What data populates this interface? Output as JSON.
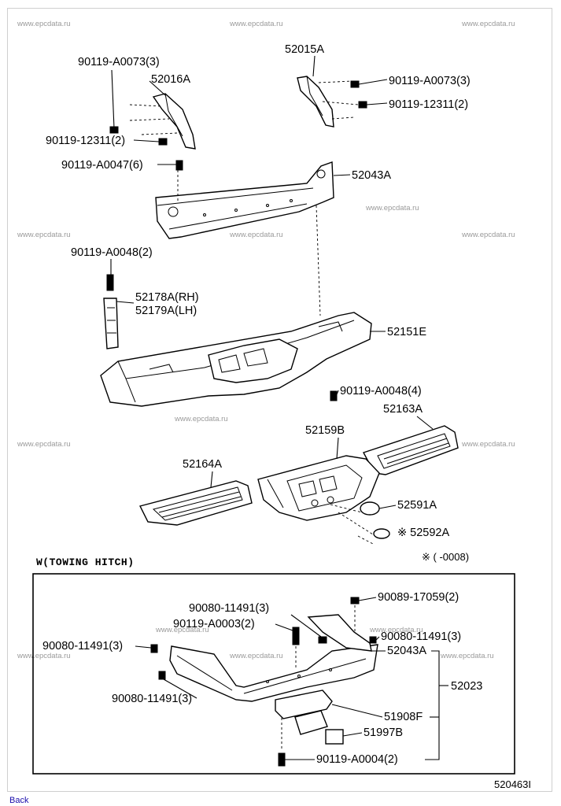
{
  "watermark": "www.epcdata.ru",
  "back_label": "Back",
  "figure_code": "520463I",
  "note": "※ (      -0008)",
  "section_header": "W(TOWING HITCH)",
  "labels": {
    "p1": "90119-A0073(3)",
    "p2": "52016A",
    "p3": "52015A",
    "p4": "90119-A0073(3)",
    "p5": "90119-12311(2)",
    "p6": "90119-12311(2)",
    "p7": "90119-A0047(6)",
    "p8": "52043A",
    "p9": "90119-A0048(2)",
    "p10": "52178A(RH)",
    "p11": "52179A(LH)",
    "p12": "52151E",
    "p13": "90119-A0048(4)",
    "p14": "52163A",
    "p15": "52159B",
    "p16": "52164A",
    "p17": "52591A",
    "p18": "※ 52592A",
    "h1": "90089-17059(2)",
    "h2": "90080-11491(3)",
    "h3": "90119-A0003(2)",
    "h4": "90080-11491(3)",
    "h5": "90080-11491(3)",
    "h6": "52043A",
    "h7": "52023",
    "h8": "90080-11491(3)",
    "h9": "51908F",
    "h10": "51997B",
    "h11": "90119-A0004(2)"
  }
}
